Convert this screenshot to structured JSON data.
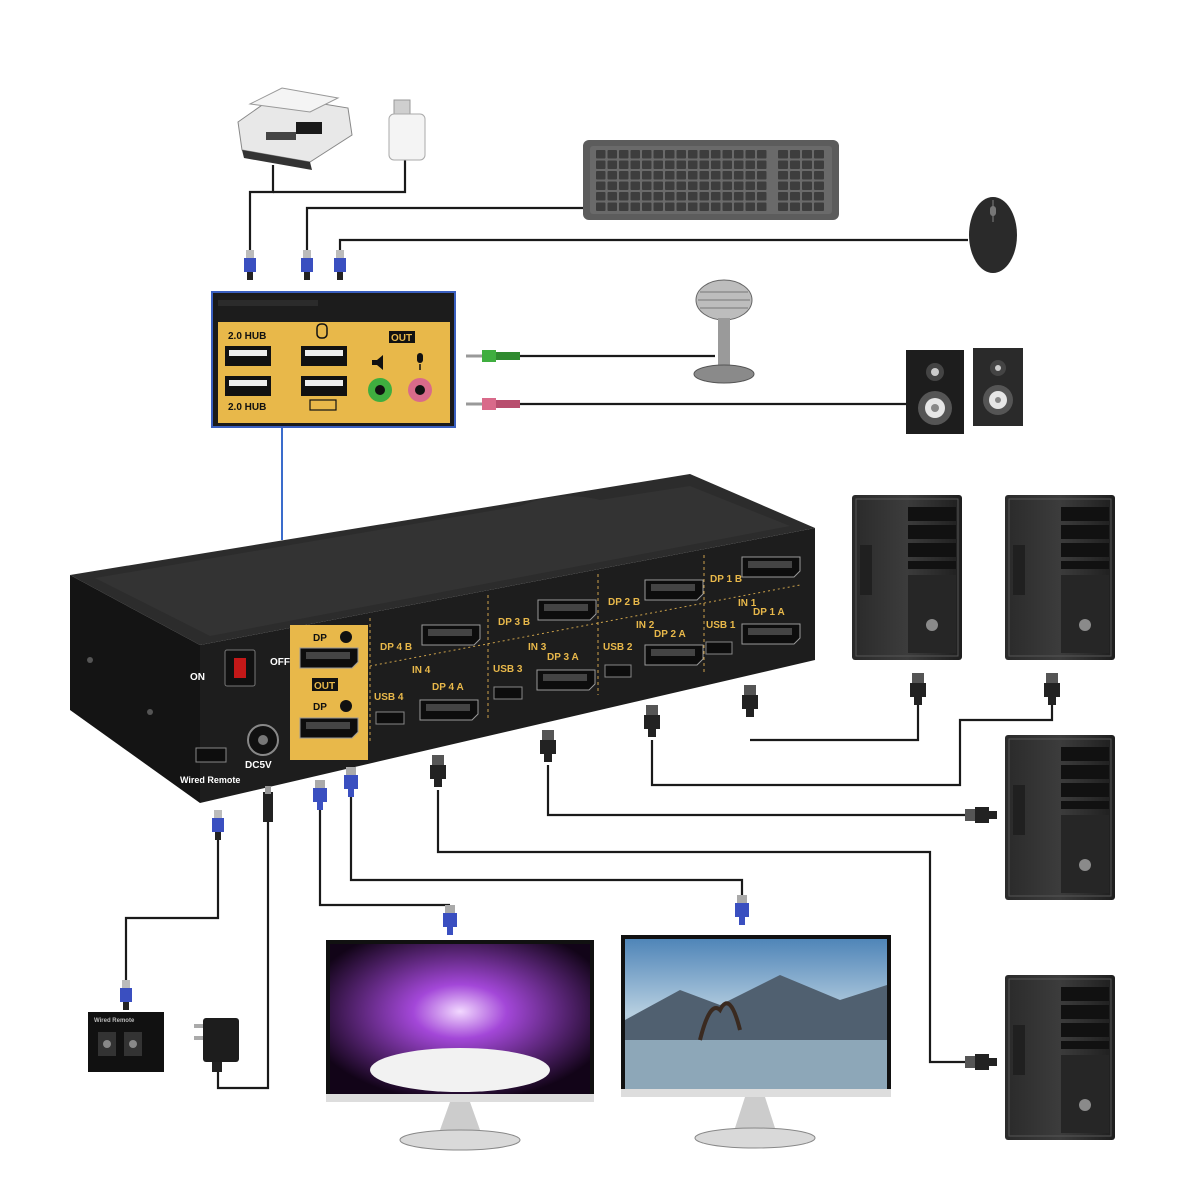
{
  "panel": {
    "hub_top": "2.0 HUB",
    "hub_bottom": "2.0 HUB",
    "out": "OUT"
  },
  "kvm": {
    "on": "ON",
    "off": "OFF",
    "dc": "DC5V",
    "wired_remote": "Wired Remote",
    "dp_b": "DP",
    "out": "OUT",
    "dp_a": "DP",
    "ports": [
      {
        "dp_b": "DP 4 B",
        "in": "IN 4",
        "usb": "USB 4",
        "dp_a": "DP 4 A"
      },
      {
        "dp_b": "DP 3 B",
        "in": "IN 3",
        "usb": "USB 3",
        "dp_a": "DP 3 A"
      },
      {
        "dp_b": "DP 2 B",
        "in": "IN 2",
        "usb": "USB 2",
        "dp_a": "DP 2 A"
      },
      {
        "dp_b": "DP 1 B",
        "in": "IN 1",
        "usb": "USB 1",
        "dp_a": "DP 1 A"
      }
    ]
  },
  "remote": {
    "label": "Wired Remote"
  },
  "colors": {
    "gold": "#e8b84a",
    "body": "#1c1c1c",
    "cable_blue": "#3a4fc0",
    "mic_green": "#3fae3f",
    "mic_pink": "#d96a8a"
  }
}
